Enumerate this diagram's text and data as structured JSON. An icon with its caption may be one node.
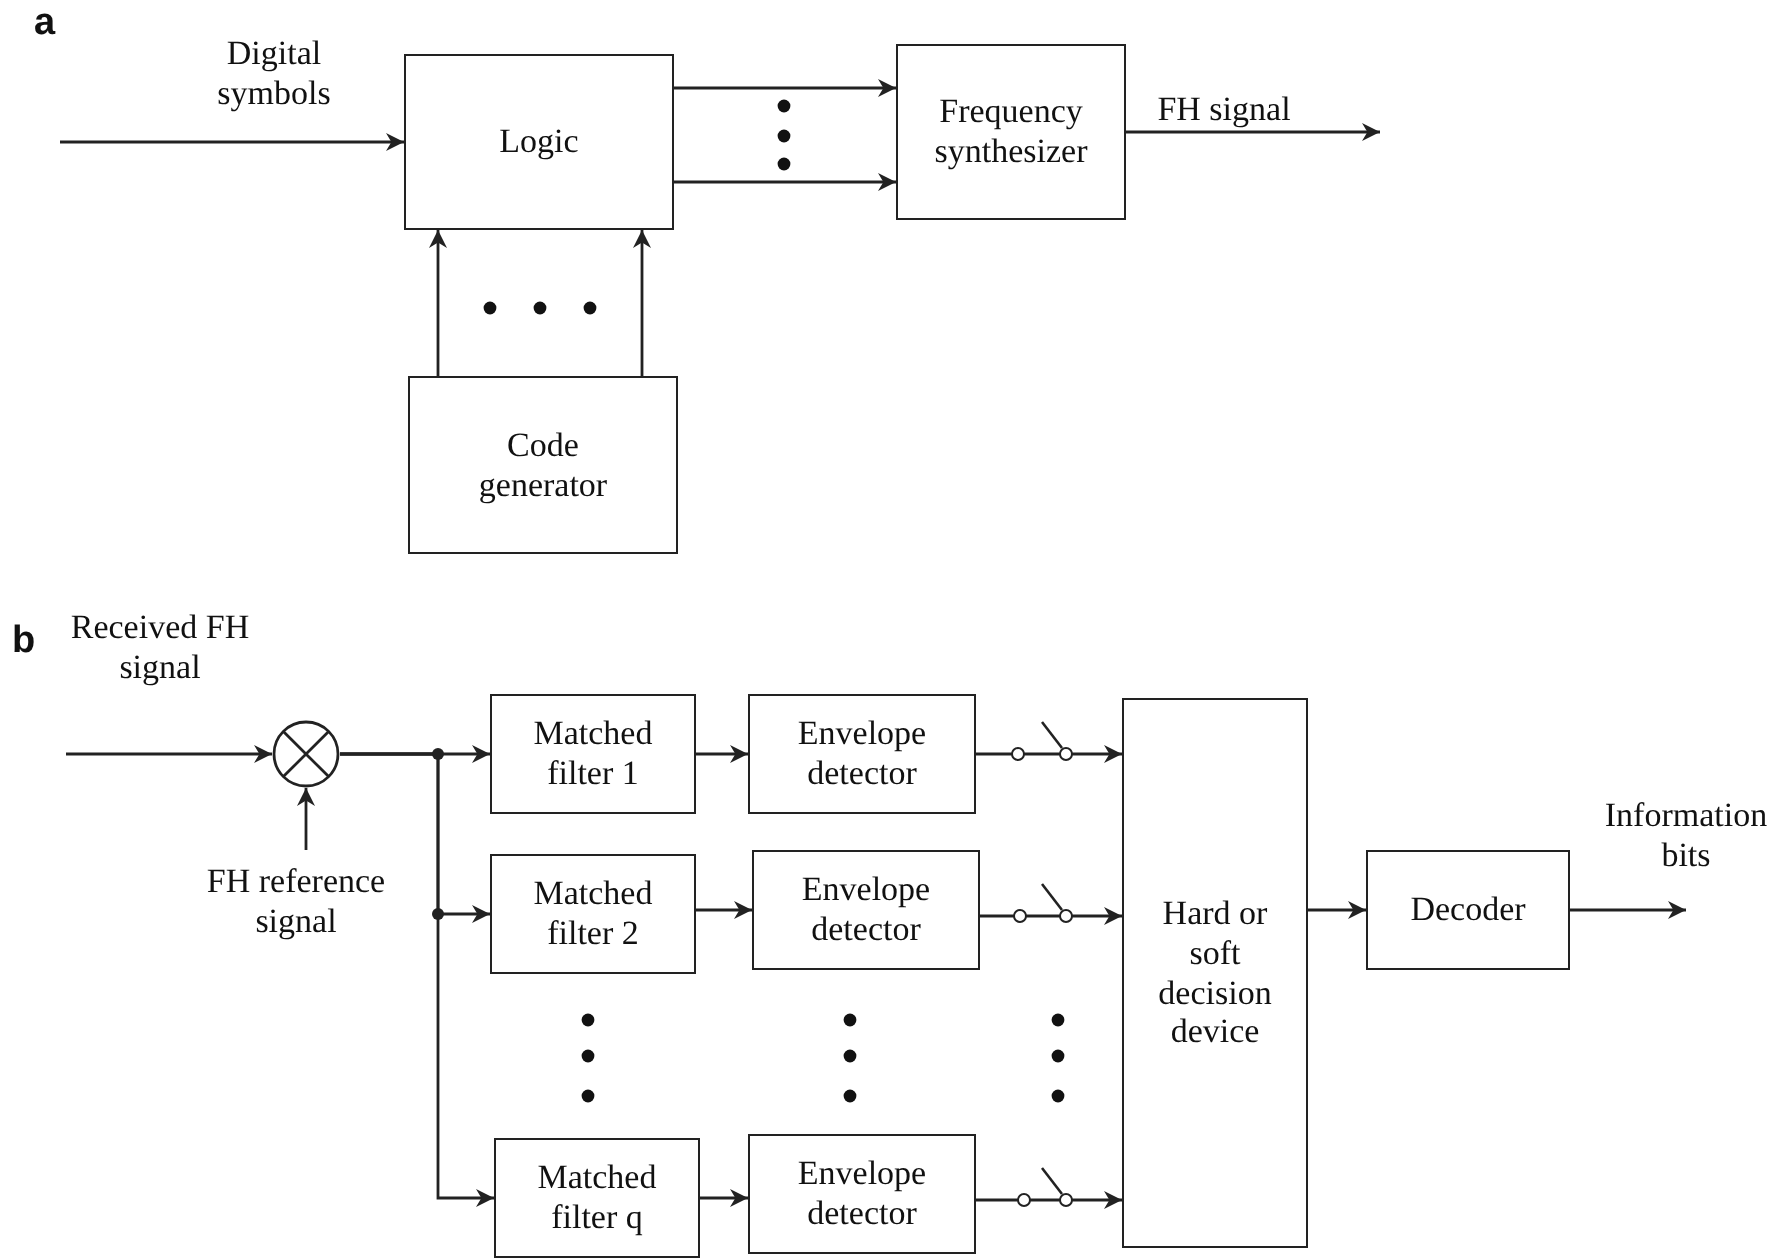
{
  "diagram": {
    "nodes": [
      {
        "text": [
          "Logic"
        ]
      },
      {
        "text": [
          "Frequency synthesizer"
        ]
      },
      {
        "text": [
          "Code generator"
        ]
      },
      {
        "text": [],
        "shape": "circle"
      },
      {
        "text": [
          "Matched filter 1"
        ]
      },
      {
        "text": [
          "Envelope detector"
        ]
      },
      {
        "text": [
          "Matched filter 2"
        ]
      },
      {
        "text": [
          "Envelope detector"
        ]
      },
      {
        "text": [
          "Matched filter q"
        ]
      },
      {
        "text": [
          "Envelope detector"
        ]
      },
      {
        "text": [
          "Hard or soft decision device"
        ]
      },
      {
        "text": [
          "Decoder"
        ]
      }
    ],
    "edges": [
      {
        "from": null,
        "to": 0,
        "arrow": "to",
        "label": "Digital symbols"
      },
      {
        "from": 0,
        "to": 1,
        "arrow": "to"
      },
      {
        "from": 0,
        "to": 1,
        "arrow": "to"
      },
      {
        "from": 2,
        "to": 0,
        "arrow": "to"
      },
      {
        "from": 2,
        "to": 0,
        "arrow": "to"
      },
      {
        "from": 1,
        "to": null,
        "arrow": "to",
        "label": "FH signal"
      },
      {
        "from": null,
        "to": 3,
        "arrow": "to",
        "label": "Received FH signal"
      },
      {
        "from": null,
        "to": 3,
        "arrow": "to",
        "label": "FH reference signal"
      },
      {
        "from": 3,
        "to": 4,
        "arrow": "to"
      },
      {
        "from": 3,
        "to": 6,
        "arrow": "to"
      },
      {
        "from": 3,
        "to": 8,
        "arrow": "to"
      },
      {
        "from": 4,
        "to": 5,
        "arrow": "to"
      },
      {
        "from": 6,
        "to": 7,
        "arrow": "to"
      },
      {
        "from": 8,
        "to": 9,
        "arrow": "to"
      },
      {
        "from": 5,
        "to": 10,
        "arrow": "to"
      },
      {
        "from": 7,
        "to": 10,
        "arrow": "to"
      },
      {
        "from": 9,
        "to": 10,
        "arrow": "to"
      },
      {
        "from": 10,
        "to": 11,
        "arrow": "to"
      },
      {
        "from": 11,
        "to": null,
        "arrow": "to",
        "label": "Information bits"
      }
    ],
    "labels": [
      "a",
      "b"
    ]
  }
}
